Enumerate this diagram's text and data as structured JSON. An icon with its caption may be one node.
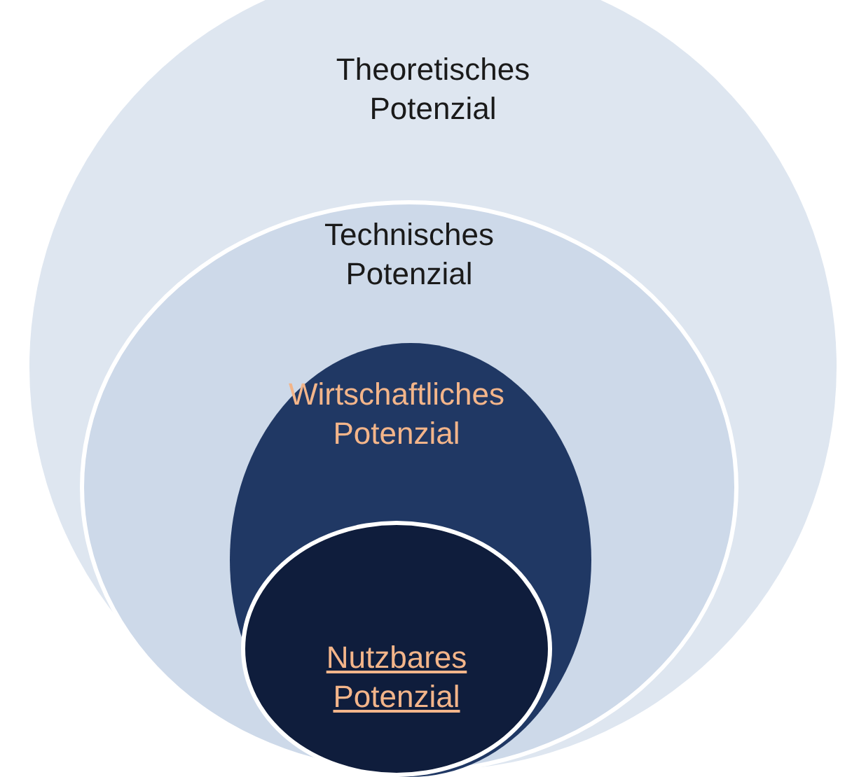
{
  "diagram": {
    "nodes": [
      {
        "text": [
          "Theoretisches Potenzial"
        ]
      },
      {
        "text": [
          "Technisches Potenzial"
        ],
        "in": 0
      },
      {
        "text": [
          "Wirtschaftliches Potenzial"
        ],
        "in": 1
      },
      {
        "text": [
          "Nutzbares Potenzial"
        ],
        "in": 2
      }
    ]
  }
}
